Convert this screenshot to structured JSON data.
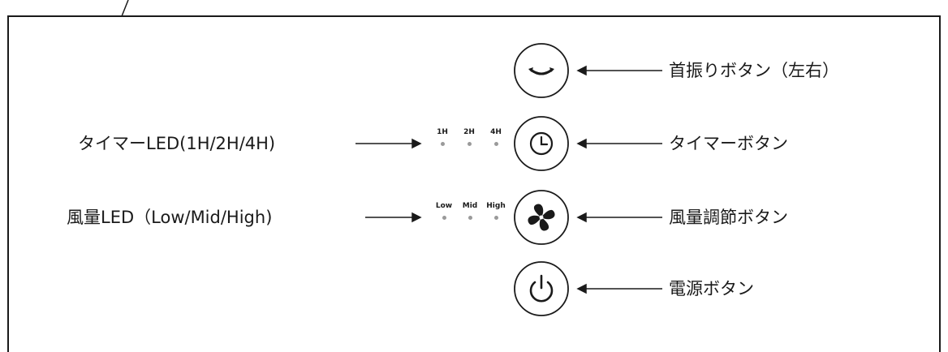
{
  "callouts": {
    "swing_button": "首振りボタン（左右）",
    "timer_button": "タイマーボタン",
    "fan_speed_button": "風量調節ボタン",
    "power_button": "電源ボタン",
    "timer_led": "タイマーLED(1H/2H/4H)",
    "fan_speed_led": "風量LED（Low/Mid/High)"
  },
  "timer_led_labels": [
    "1H",
    "2H",
    "4H"
  ],
  "fan_led_labels": [
    "Low",
    "Mid",
    "High"
  ],
  "icons": {
    "swing": "swing-icon",
    "timer": "clock-icon",
    "fan": "fan-icon",
    "power": "power-icon"
  },
  "colors": {
    "line": "#1a1a1a",
    "led_dot": "#9a9a9a"
  }
}
